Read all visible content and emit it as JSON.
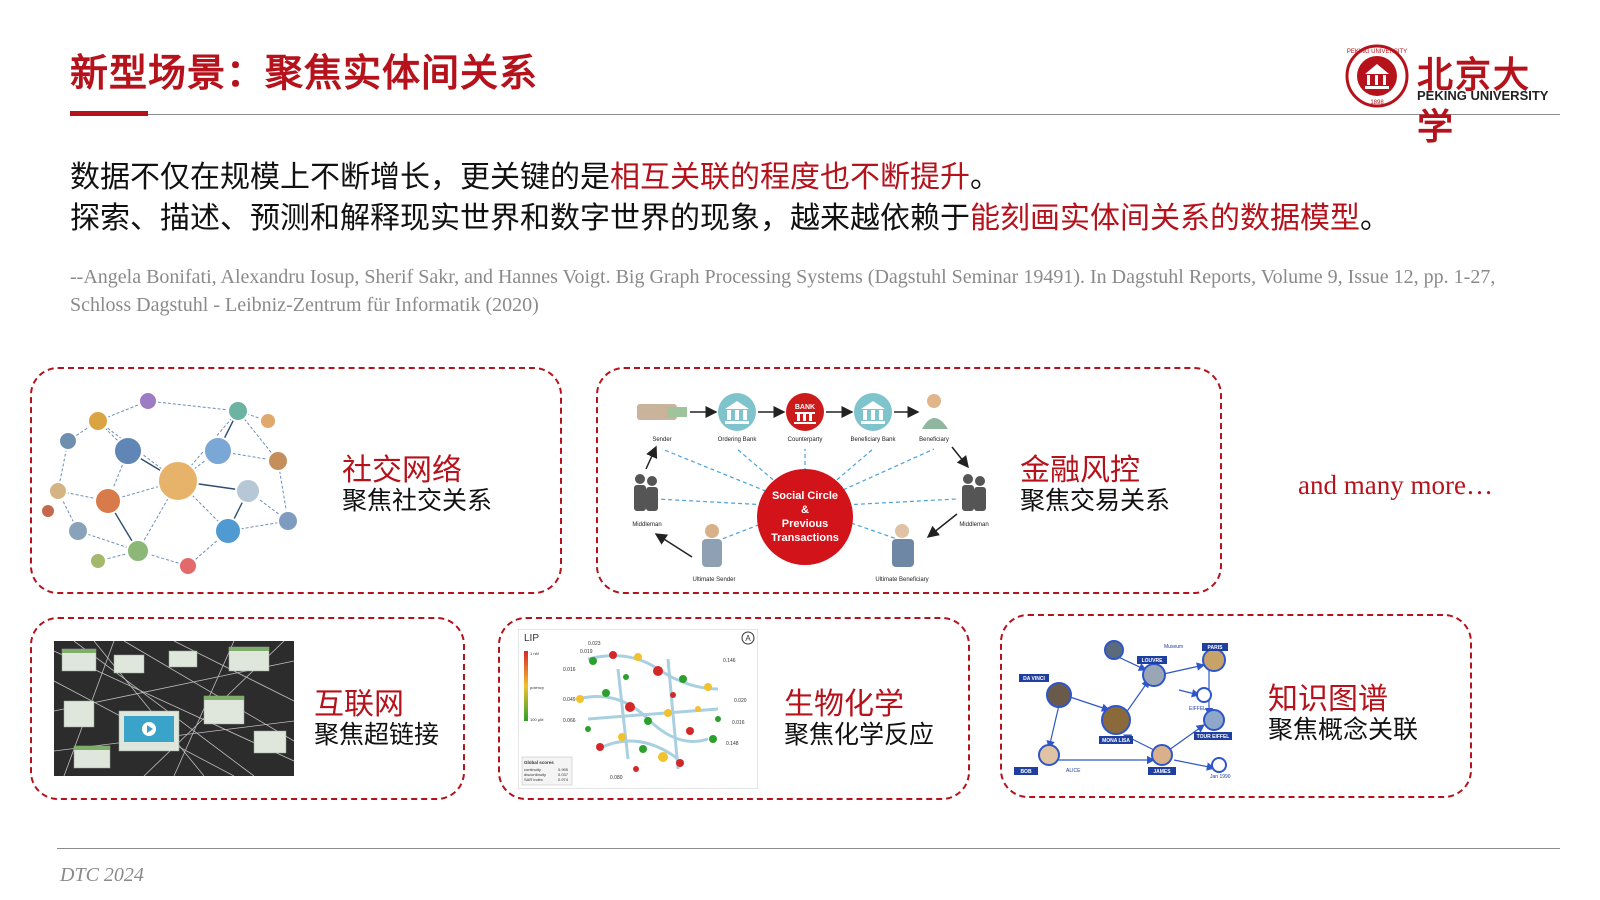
{
  "slide": {
    "title": "新型场景：聚焦实体间关系",
    "logo": {
      "cn": "北京大学",
      "en": "PEKING UNIVERSITY",
      "seal_text": "PEKING UNIVERSITY",
      "seal_year": "1898"
    },
    "lead1": {
      "a": "数据不仅在规模上不断增长，更关键的是",
      "b": "相互关联的程度也不断提升",
      "c": "。"
    },
    "lead2": {
      "a": "探索、描述、预测和解释现实世界和数字世界的现象，越来越依赖于",
      "b": "能刻画实体间关系的数据模型",
      "c": "。"
    },
    "citation": "--Angela Bonifati, Alexandru Iosup, Sherif Sakr, and Hannes Voigt. Big Graph Processing Systems (Dagstuhl Seminar 19491). In Dagstuhl Reports, Volume 9, Issue 12, pp. 1-27, Schloss Dagstuhl - Leibniz-Zentrum für Informatik (2020)",
    "footer": "DTC 2024",
    "and_more": "and many more…"
  },
  "cards": {
    "social": {
      "title": "社交网络",
      "subtitle": "聚焦社交关系"
    },
    "finance": {
      "title": "金融风控",
      "subtitle": "聚焦交易关系",
      "center": [
        "Social Circle",
        "&",
        "Previous",
        "Transactions"
      ],
      "bank_label": "BANK",
      "labels": {
        "sender": "Sender",
        "ordering": "Ordering Bank",
        "counterparty": "Counterparty",
        "beneficiary_bank": "Beneficiary Bank",
        "beneficiary": "Beneficiary",
        "middleman_left": "Middleman",
        "middleman_right": "Middleman",
        "ultimate_sender": "Ultimate Sender",
        "ultimate_beneficiary": "Ultimate Beneficiary"
      }
    },
    "internet": {
      "title": "互联网",
      "subtitle": "聚焦超链接"
    },
    "biochem": {
      "title": "生物化学",
      "subtitle": "聚焦化学反应",
      "plot_title": "LIP",
      "badge": "A",
      "legend": {
        "top": "1 nM",
        "axis": "potency",
        "bottom": "100 µM"
      },
      "values": [
        "0.023",
        "0.019",
        "0.016",
        "0.049",
        "0.066",
        "0.080",
        "0.146",
        "0.020",
        "0.016",
        "0.148"
      ],
      "scores_title": "Global scores",
      "scores": [
        {
          "name": "continuity",
          "value": "0.995"
        },
        {
          "name": "discontinuity",
          "value": "0.037"
        },
        {
          "name": "SAR index",
          "value": "0.974"
        }
      ]
    },
    "knowledge": {
      "title": "知识图谱",
      "subtitle": "聚焦概念关联",
      "nodes": [
        "DA VINCI",
        "MONA LISA",
        "LOUVRE",
        "PARIS",
        "EIFFEL",
        "TOUR EIFFEL",
        "BOB",
        "JAMES",
        "ALICE",
        "Jan 1990",
        "Museum"
      ]
    }
  }
}
